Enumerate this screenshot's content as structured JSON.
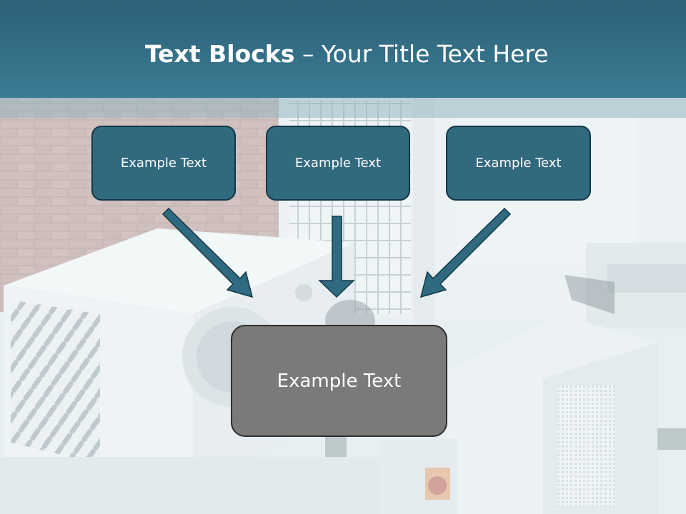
{
  "slide": {
    "title_bold": "Text Blocks",
    "title_separator": " – ",
    "title_rest": "Your Title Text Here",
    "top_boxes": [
      {
        "label": "Example Text"
      },
      {
        "label": "Example Text"
      },
      {
        "label": "Example Text"
      }
    ],
    "center_box": {
      "label": "Example Text"
    }
  },
  "colors": {
    "header": "#3a7b93",
    "box_fill": "#31697f",
    "box_border": "#123848",
    "arrow": "#2f6a80",
    "center_fill": "#7a7a7a"
  }
}
